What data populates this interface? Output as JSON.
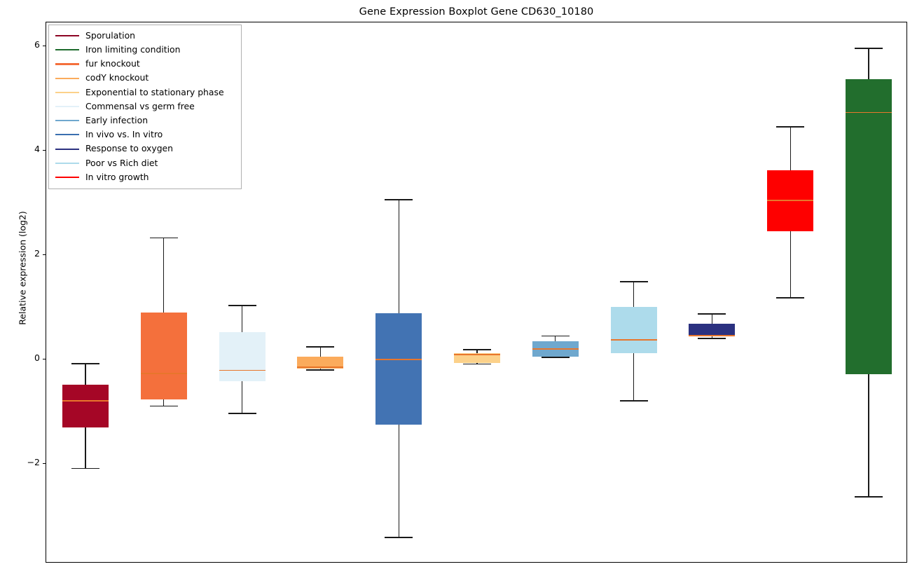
{
  "chart_data": {
    "type": "box",
    "title": "Gene Expression Boxplot Gene CD630_10180",
    "xlabel": "",
    "ylabel": "Relative expression (log2)",
    "ylim": [
      -3.85,
      6.45
    ],
    "yticks": [
      -2,
      0,
      2,
      4,
      6
    ],
    "ytick_labels": [
      "−2",
      "0",
      "2",
      "4",
      "6"
    ],
    "grid": false,
    "median_color": "#e8762c",
    "whisker_color": "#1a1a1a",
    "legend_position": "upper left",
    "categories": [
      "Sporulation",
      "fur knockout",
      "Commensal vs germ free",
      "codY knockout",
      "In vivo vs. In vitro",
      "Exponential to stationary phase",
      "Early infection",
      "Poor vs Rich diet",
      "Response to oxygen",
      "In vitro growth",
      "Iron limiting condition"
    ],
    "boxes": [
      {
        "name": "Sporulation",
        "color": "#a50626",
        "whisker_low": -2.09,
        "q1": -1.3,
        "median": -0.79,
        "q3": -0.48,
        "whisker_high": -0.08
      },
      {
        "name": "fur knockout",
        "color": "#f4703c",
        "whisker_low": -0.89,
        "q1": -0.77,
        "median": -0.27,
        "q3": 0.9,
        "whisker_high": 2.33
      },
      {
        "name": "Commensal vs germ free",
        "color": "#e3f1f8",
        "whisker_low": -1.03,
        "q1": -0.42,
        "median": -0.21,
        "q3": 0.52,
        "whisker_high": 1.03
      },
      {
        "name": "codY knockout",
        "color": "#fbab5c",
        "whisker_low": -0.2,
        "q1": -0.17,
        "median": -0.15,
        "q3": 0.05,
        "whisker_high": 0.24
      },
      {
        "name": "In vivo vs. In vitro",
        "color": "#4273b3",
        "whisker_low": -3.41,
        "q1": -1.25,
        "median": 0.0,
        "q3": 0.88,
        "whisker_high": 3.06
      },
      {
        "name": "Exponential to stationary phase",
        "color": "#fcd18a",
        "whisker_low": -0.09,
        "q1": -0.07,
        "median": 0.09,
        "q3": 0.12,
        "whisker_high": 0.19
      },
      {
        "name": "Early infection",
        "color": "#6fa8ce",
        "whisker_low": 0.04,
        "q1": 0.05,
        "median": 0.2,
        "q3": 0.35,
        "whisker_high": 0.45
      },
      {
        "name": "Poor vs Rich diet",
        "color": "#addbeb",
        "whisker_low": -0.79,
        "q1": 0.12,
        "median": 0.38,
        "q3": 1.01,
        "whisker_high": 1.49
      },
      {
        "name": "Response to oxygen",
        "color": "#2b3180",
        "whisker_low": 0.4,
        "q1": 0.44,
        "median": 0.46,
        "q3": 0.69,
        "whisker_high": 0.87
      },
      {
        "name": "In vitro growth",
        "color": "#fe0000",
        "whisker_low": 1.18,
        "q1": 2.45,
        "median": 3.05,
        "q3": 3.63,
        "whisker_high": 4.46
      },
      {
        "name": "Iron limiting condition",
        "color": "#226e2d",
        "whisker_low": -2.63,
        "q1": -0.28,
        "median": 4.73,
        "q3": 5.37,
        "whisker_high": 5.96
      }
    ],
    "legend": [
      {
        "label": "Sporulation",
        "color": "#8c0524"
      },
      {
        "label": "Iron limiting condition",
        "color": "#1d6b2c"
      },
      {
        "label": "fur knockout",
        "color": "#f4703c"
      },
      {
        "label": "codY knockout",
        "color": "#fbab5c"
      },
      {
        "label": "Exponential to stationary phase",
        "color": "#fcd18a"
      },
      {
        "label": "Commensal vs germ free",
        "color": "#e3f1f8"
      },
      {
        "label": "Early infection",
        "color": "#6fa8ce"
      },
      {
        "label": "In vivo vs. In vitro",
        "color": "#3a6fb0"
      },
      {
        "label": "Response to oxygen",
        "color": "#2b3180"
      },
      {
        "label": "Poor vs Rich diet",
        "color": "#addbeb"
      },
      {
        "label": "In vitro growth",
        "color": "#fe0000"
      }
    ]
  }
}
